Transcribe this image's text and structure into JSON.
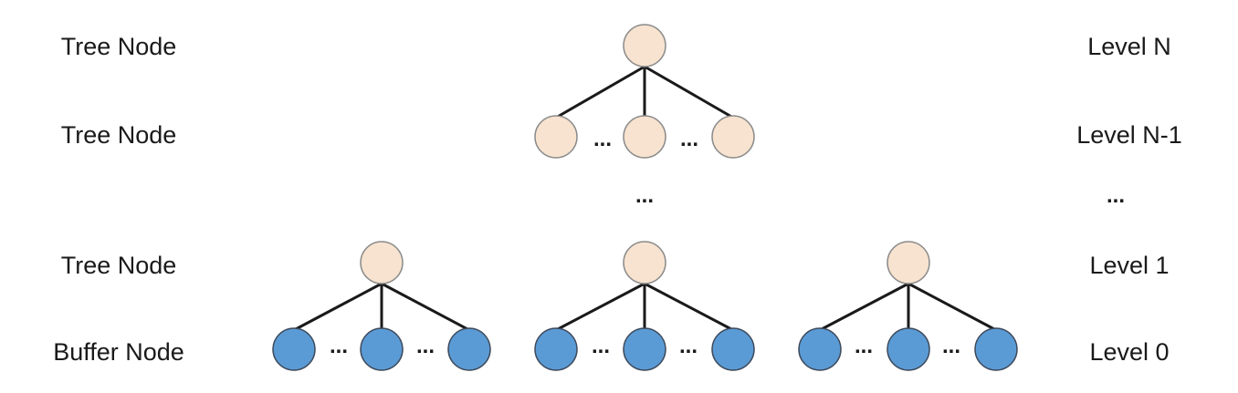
{
  "labels": {
    "left": [
      "Tree Node",
      "Tree Node",
      "Tree Node",
      "Buffer Node"
    ],
    "right": [
      "Level N",
      "Level N-1",
      "...",
      "Level 1",
      "Level 0"
    ]
  },
  "ellipsis": "...",
  "colors": {
    "tree_node_fill": "#f7e3cf",
    "tree_node_stroke": "#8c8c8c",
    "buffer_node_fill": "#5b9bd5",
    "buffer_node_stroke": "#3d4a5c",
    "edge": "#1a1a1a",
    "text": "#1a1a1a"
  }
}
